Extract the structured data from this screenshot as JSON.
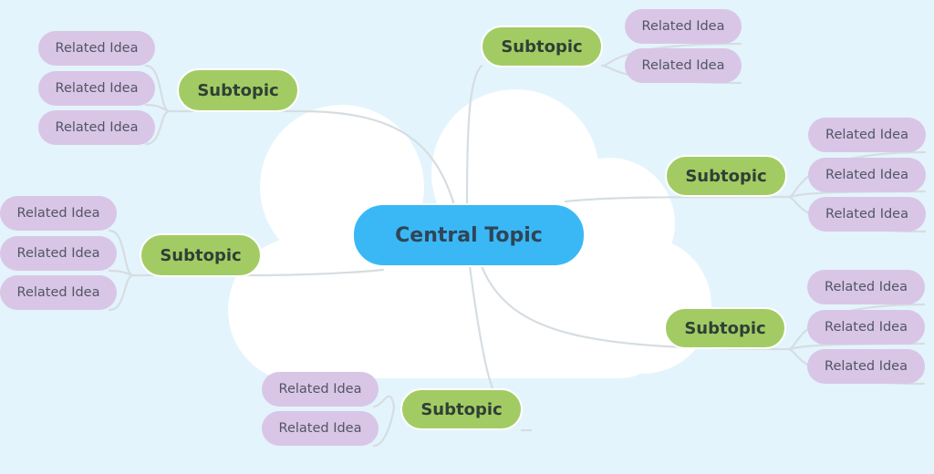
{
  "central_topic": "Central Topic",
  "subtopics": [
    {
      "label": "Subtopic",
      "ideas": [
        "Related Idea",
        "Related Idea",
        "Related Idea"
      ]
    },
    {
      "label": "Subtopic",
      "ideas": [
        "Related Idea",
        "Related Idea"
      ]
    },
    {
      "label": "Subtopic",
      "ideas": [
        "Related Idea",
        "Related Idea",
        "Related Idea"
      ]
    },
    {
      "label": "Subtopic",
      "ideas": [
        "Related Idea",
        "Related Idea",
        "Related Idea"
      ]
    },
    {
      "label": "Subtopic",
      "ideas": [
        "Related Idea",
        "Related Idea",
        "Related Idea"
      ]
    },
    {
      "label": "Subtopic",
      "ideas": [
        "Related Idea",
        "Related Idea"
      ]
    }
  ],
  "colors": {
    "background": "#e3f4fc",
    "cloud": "#ffffff",
    "connector": "#d6dde2",
    "central_topic": "#3ab8f6",
    "subtopic": "#a3cb64",
    "related_idea": "#d9c6e6"
  }
}
